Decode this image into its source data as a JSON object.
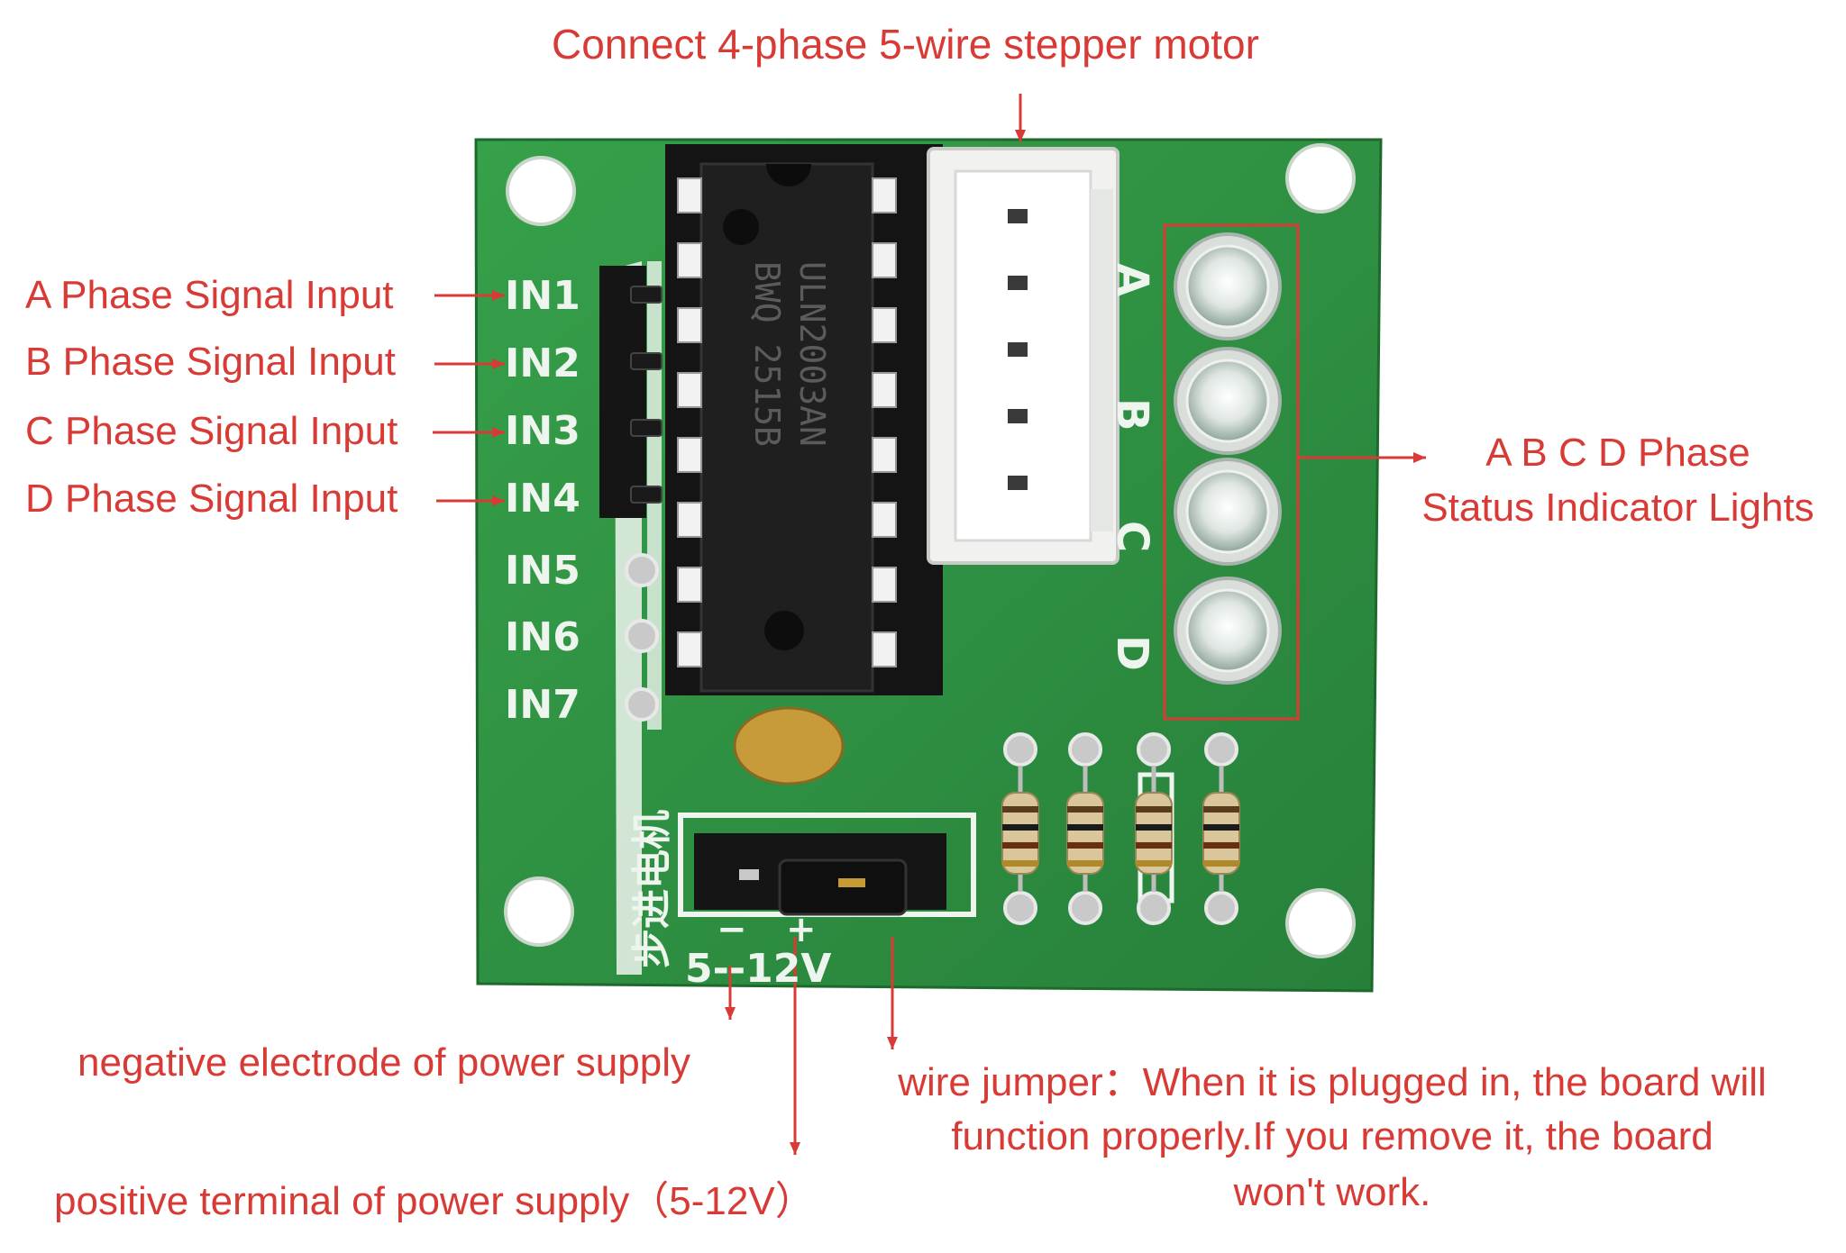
{
  "callouts": {
    "motor_connector": "Connect 4-phase 5-wire stepper motor",
    "in1": "A Phase Signal Input",
    "in2": "B Phase Signal Input",
    "in3": "C Phase Signal Input",
    "in4": "D Phase Signal Input",
    "indicator_line1": "A B C D Phase",
    "indicator_line2": "Status Indicator Lights",
    "negative": "negative electrode of power supply",
    "positive": "positive terminal of power supply（5-12V）",
    "jumper_line1": "wire jumper：When it is plugged in, the board will",
    "jumper_line2": "function properly.If you remove it, the board",
    "jumper_line3": "won't work."
  },
  "board": {
    "pin_labels": [
      "IN1",
      "IN2",
      "IN3",
      "IN4",
      "IN5",
      "IN6",
      "IN7"
    ],
    "chip_line1": "ULN2003AN",
    "chip_line2": "BWQ    2515B",
    "phase_letters": [
      "A",
      "B",
      "C",
      "D"
    ],
    "chinese_label": "步进电机",
    "voltage_label": "5--12V",
    "minus_sign": "−",
    "plus_sign": "+"
  },
  "colors": {
    "annotation": "#d83a36",
    "pcb": "#2e8f3f",
    "pcb_text": "#eef5ee"
  }
}
